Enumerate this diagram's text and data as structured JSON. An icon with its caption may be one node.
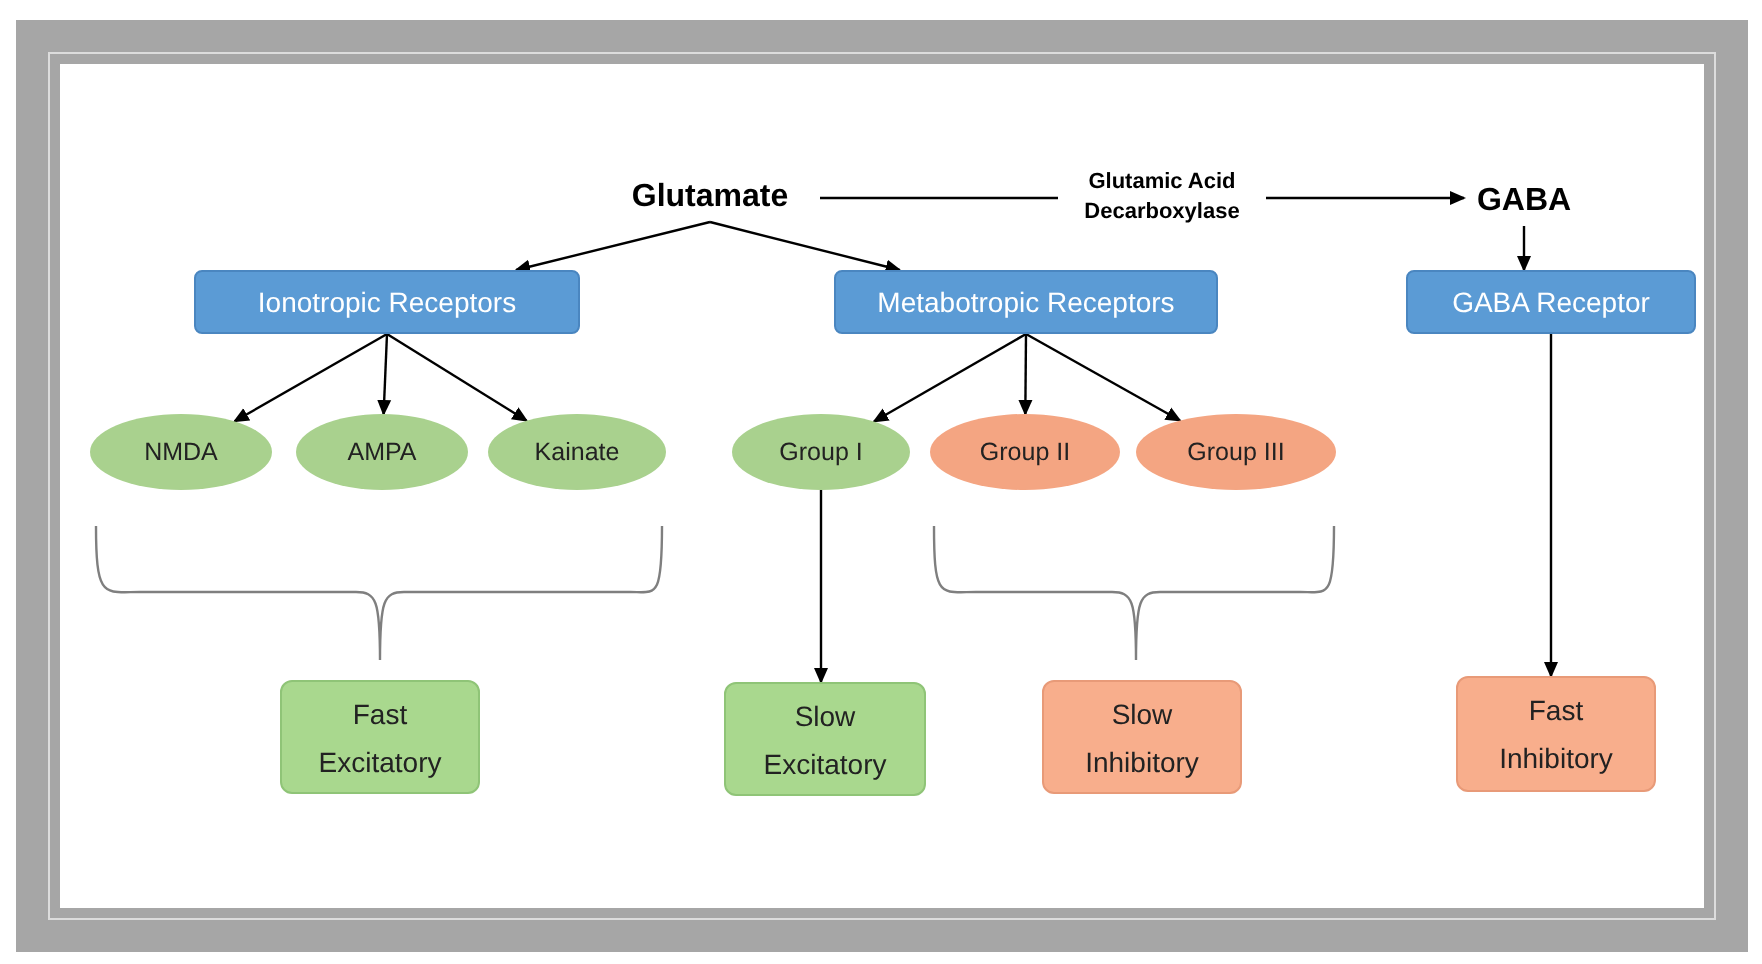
{
  "diagram": {
    "nodes": [
      {
        "text": [
          "Glutamate"
        ]
      },
      {
        "text": [
          "GABA"
        ]
      },
      {
        "text": [
          "Ionotropic Receptors"
        ]
      },
      {
        "text": [
          "Metabotropic Receptors"
        ]
      },
      {
        "text": [
          "GABA Receptor"
        ]
      },
      {
        "text": [
          "NMDA"
        ]
      },
      {
        "text": [
          "AMPA"
        ]
      },
      {
        "text": [
          "Kainate"
        ]
      },
      {
        "text": [
          "Group I"
        ]
      },
      {
        "text": [
          "Group II"
        ]
      },
      {
        "text": [
          "Group III"
        ]
      },
      {
        "text": [
          "Fast Excitatory"
        ]
      },
      {
        "text": [
          "Slow Excitatory"
        ]
      },
      {
        "text": [
          "Slow Inhibitory"
        ]
      },
      {
        "text": [
          "Fast Inhibitory"
        ]
      }
    ],
    "edges": [
      {
        "from": 0,
        "to": 2,
        "arrow": "to"
      },
      {
        "from": 0,
        "to": 3,
        "arrow": "to"
      },
      {
        "from": 0,
        "to": 1,
        "arrow": "to",
        "label": "Glutamic Acid Decarboxylase"
      },
      {
        "from": 1,
        "to": 4,
        "arrow": "to"
      },
      {
        "from": 2,
        "to": 5,
        "arrow": "to"
      },
      {
        "from": 2,
        "to": 6,
        "arrow": "to"
      },
      {
        "from": 2,
        "to": 7,
        "arrow": "to"
      },
      {
        "from": 3,
        "to": 8,
        "arrow": "to"
      },
      {
        "from": 3,
        "to": 9,
        "arrow": "to"
      },
      {
        "from": 3,
        "to": 10,
        "arrow": "to"
      },
      {
        "from": 8,
        "to": 12,
        "arrow": "to"
      },
      {
        "from": 4,
        "to": 14,
        "arrow": "to"
      }
    ]
  }
}
